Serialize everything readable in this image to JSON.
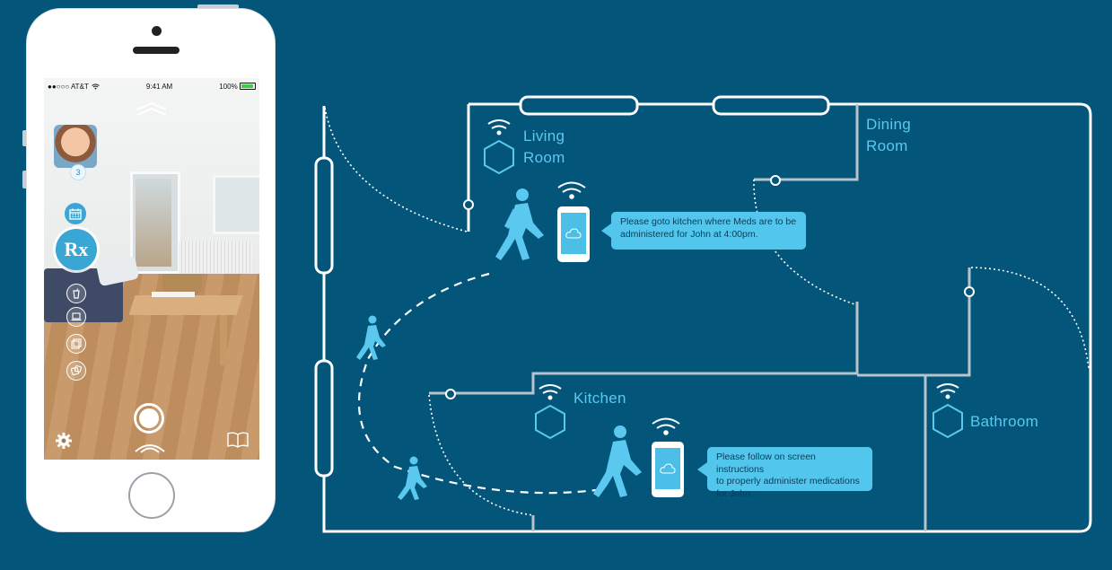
{
  "phone": {
    "status": {
      "carrier": "●●○○○ AT&T",
      "time": "9:41 AM",
      "battery": "100%"
    },
    "notification_count": "3",
    "rx_label": "Rx"
  },
  "rooms": {
    "living_room": [
      "Living",
      "Room"
    ],
    "dining_room": [
      "Dining",
      "Room"
    ],
    "kitchen": "Kitchen",
    "bathroom": "Bathroom"
  },
  "messages": {
    "living_room": [
      "Please goto kitchen where Meds are to be",
      "administered  for John at 4:00pm."
    ],
    "kitchen": [
      "Please follow on screen instructions",
      "to properly administer medications",
      "for John."
    ]
  },
  "colors": {
    "background": "#03557a",
    "walls": "#ffffff",
    "accent": "#52c6ec",
    "interior_wall": "#b7c4cb"
  },
  "icons": [
    "wifi-icon",
    "hexagon-sensor-icon",
    "walking-person-icon",
    "smartphone-icon",
    "calendar-icon",
    "rx-icon",
    "drink-icon",
    "laptop-icon",
    "photos-icon",
    "games-icon",
    "gear-icon",
    "book-icon",
    "record-button"
  ]
}
